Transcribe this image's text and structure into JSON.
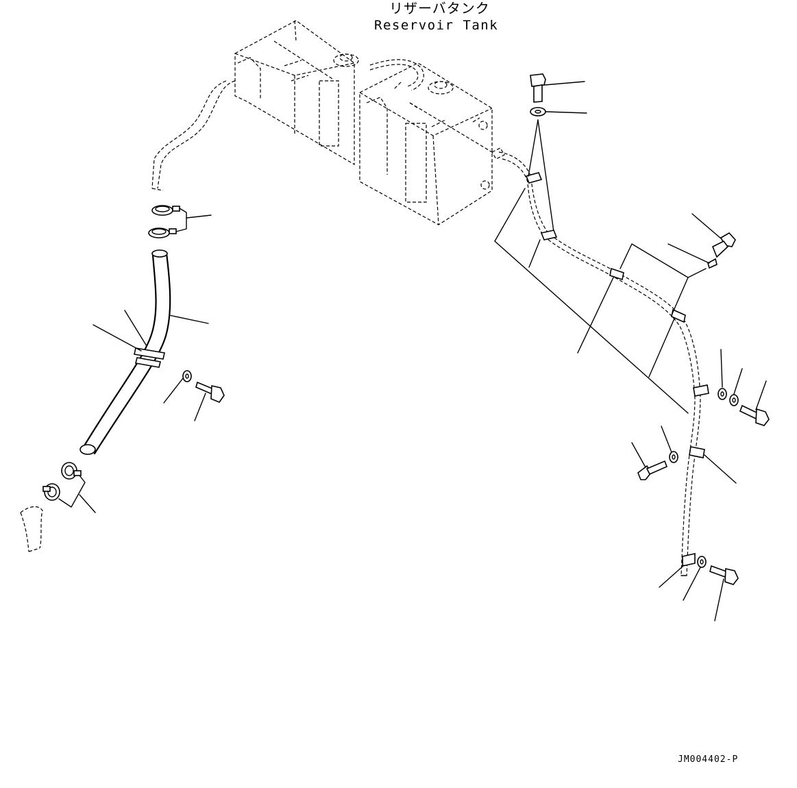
{
  "header": {
    "title_jp": "リザーバタンク",
    "title_en": "Reservoir Tank"
  },
  "footer": {
    "drawing_code": "JM004402-P"
  }
}
